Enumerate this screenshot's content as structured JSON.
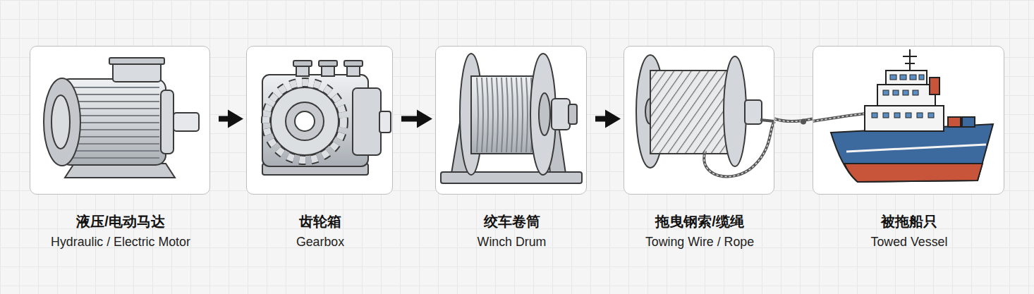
{
  "diagram": {
    "nodes": [
      {
        "text": [
          "液压/电动马达",
          "Hydraulic / Electric Motor"
        ]
      },
      {
        "text": [
          "齿轮箱",
          "Gearbox"
        ]
      },
      {
        "text": [
          "绞车卷筒",
          "Winch Drum"
        ]
      },
      {
        "text": [
          "拖曳钢索/缆绳",
          "Towing Wire / Rope"
        ]
      },
      {
        "text": [
          "被拖船只",
          "Towed Vessel"
        ]
      }
    ],
    "edges": [
      {
        "from": 0,
        "to": 1,
        "arrow": "to"
      },
      {
        "from": 1,
        "to": 2,
        "arrow": "to"
      },
      {
        "from": 2,
        "to": 3,
        "arrow": "to"
      },
      {
        "from": 3,
        "to": 4,
        "arrow": "none"
      }
    ]
  }
}
